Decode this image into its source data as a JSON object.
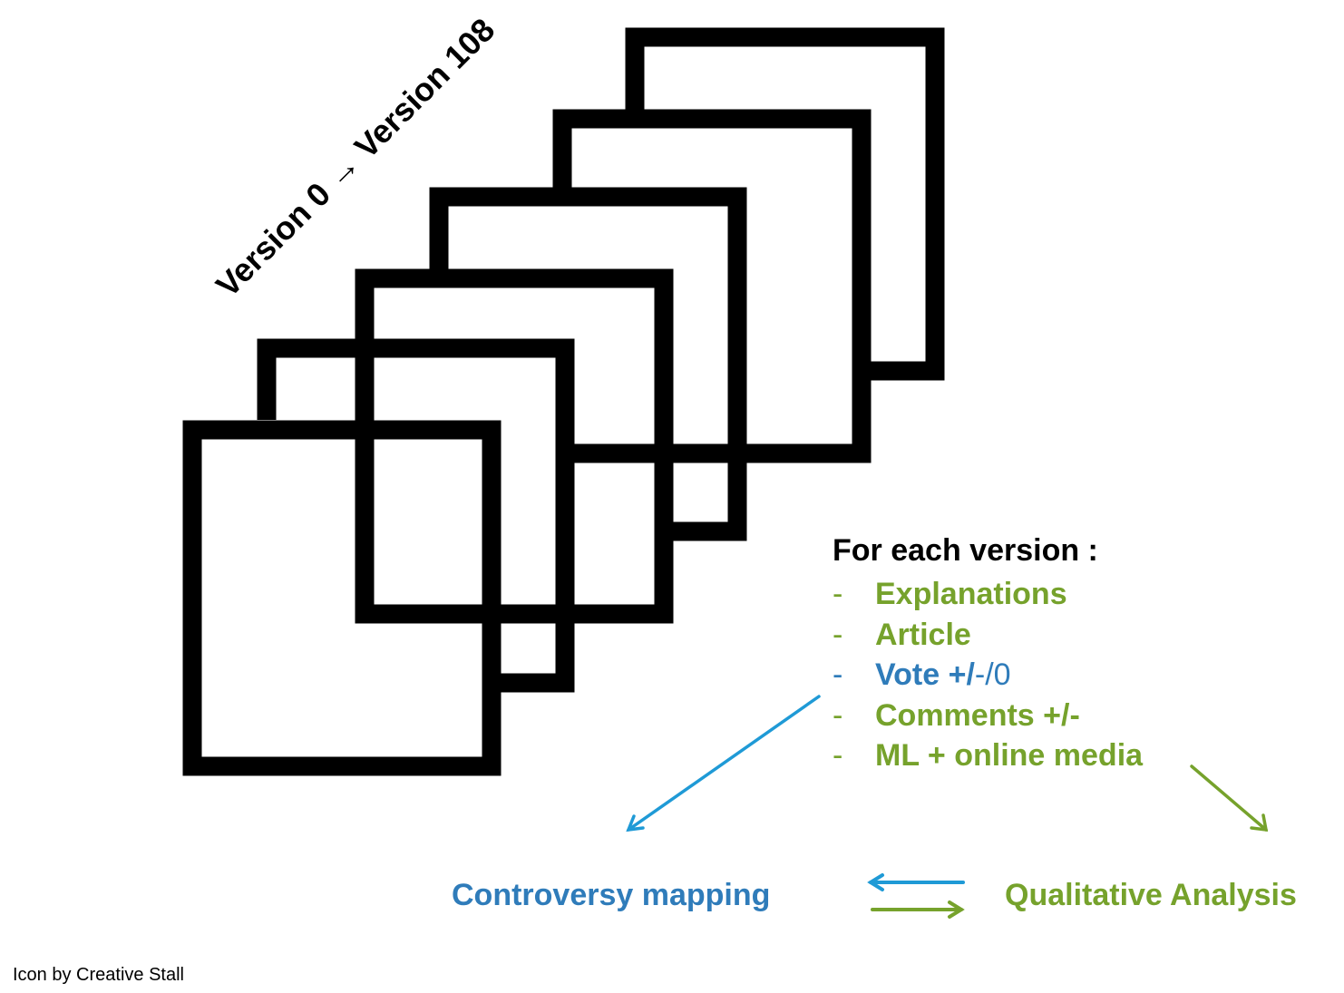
{
  "colors": {
    "black": "#000000",
    "green": "#76a22c",
    "blue": "#2f7cba",
    "arrow_blue": "#1f9ad6"
  },
  "version_label": {
    "from": "Version 0",
    "arrow": "→",
    "to": "Version 108"
  },
  "icons": {
    "stack": "stacked-squares-icon"
  },
  "list": {
    "heading": "For each version :",
    "items": [
      {
        "dash": "-",
        "text": "Explanations",
        "color": "green"
      },
      {
        "dash": "-",
        "text": "Article",
        "color": "green"
      },
      {
        "dash": "-",
        "text_bold": "Vote +/",
        "text_rest": "-/0",
        "color": "blue"
      },
      {
        "dash": "-",
        "text": "Comments +/-",
        "color": "green"
      },
      {
        "dash": "-",
        "text": "ML + online media",
        "color": "green"
      }
    ]
  },
  "outcomes": {
    "left": "Controversy mapping",
    "right": "Qualitative Analysis"
  },
  "credit": "Icon by Creative Stall"
}
